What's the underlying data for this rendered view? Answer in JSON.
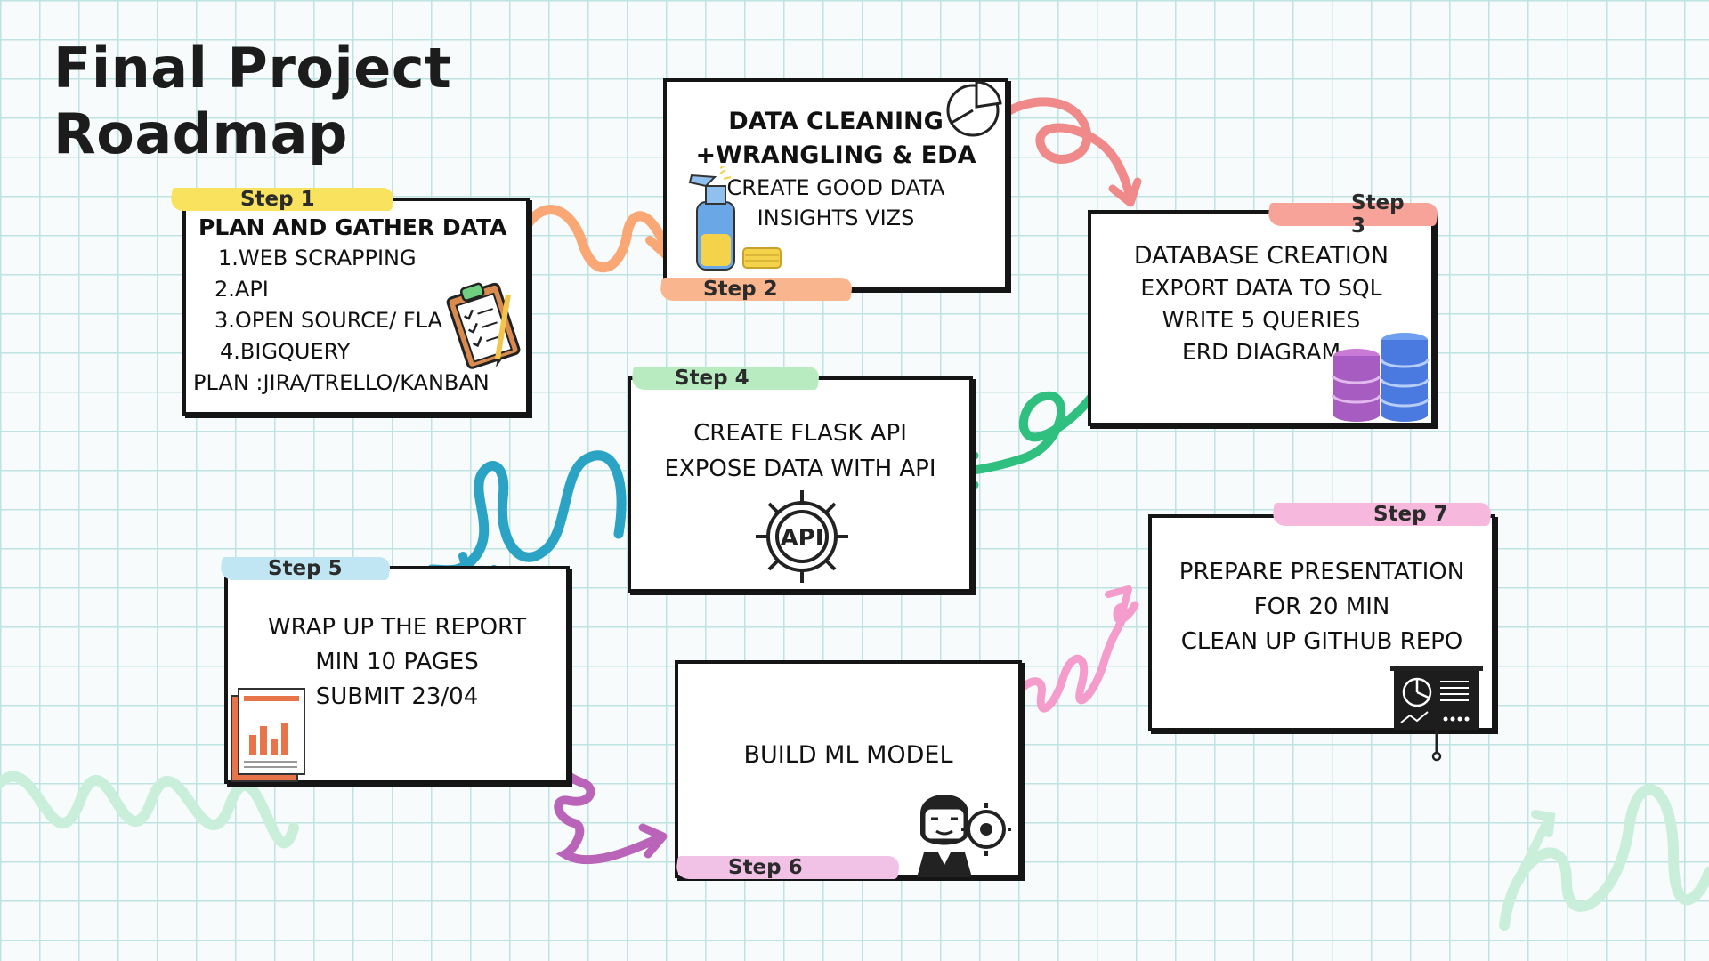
{
  "title": {
    "line1": "Final Project",
    "line2": "Roadmap"
  },
  "steps": [
    {
      "tag": "Step 1",
      "lines": [
        "PLAN AND GATHER DATA",
        "1.WEB SCRAPPING",
        "2.API",
        "3.OPEN SOURCE/ FLA",
        "4.BIGQUERY",
        "PLAN :JIRA/TRELLO/KANBAN"
      ]
    },
    {
      "tag": "Step 2",
      "lines": [
        "DATA CLEANING",
        "+WRANGLING & EDA",
        "CREATE GOOD DATA",
        "INSIGHTS VIZS"
      ]
    },
    {
      "tag": "Step 3",
      "lines": [
        "DATABASE CREATION",
        "EXPORT DATA TO SQL",
        "WRITE 5 QUERIES",
        "ERD DIAGRAM"
      ]
    },
    {
      "tag": "Step 4",
      "lines": [
        "CREATE FLASK API",
        "EXPOSE DATA WITH API"
      ]
    },
    {
      "tag": "Step 5",
      "lines": [
        "WRAP UP THE REPORT",
        "MIN 10 PAGES",
        "SUBMIT 23/04"
      ]
    },
    {
      "tag": "Step 6",
      "lines": [
        "BUILD ML MODEL"
      ]
    },
    {
      "tag": "Step 7",
      "lines": [
        "PREPARE PRESENTATION",
        "FOR 20 MIN",
        "CLEAN UP GITHUB REPO"
      ]
    }
  ],
  "icons": {
    "api_badge": "API",
    "step1": "clipboard-checklist-icon",
    "step2": "pie-chart-icon",
    "step2b": "cleaning-spray-icon",
    "step3": "database-stack-icon",
    "step4": "api-gear-icon",
    "step5": "report-document-icon",
    "step6": "robot-ai-icon",
    "step7": "presentation-board-icon"
  },
  "colors": {
    "step1": "#f8e25e",
    "step2": "#f9b58e",
    "step3": "#f7a39a",
    "step4": "#b8ecc0",
    "step5": "#bfe6f2",
    "step6": "#f1c2e6",
    "step7": "#f6b8dc",
    "arrow_1_2": "#f9a774",
    "arrow_2_3": "#f08a8a",
    "arrow_3_4": "#2fbf7f",
    "arrow_4_5": "#2aa3c4",
    "arrow_5_6": "#b964b8",
    "arrow_6_7": "#f49ccc"
  }
}
